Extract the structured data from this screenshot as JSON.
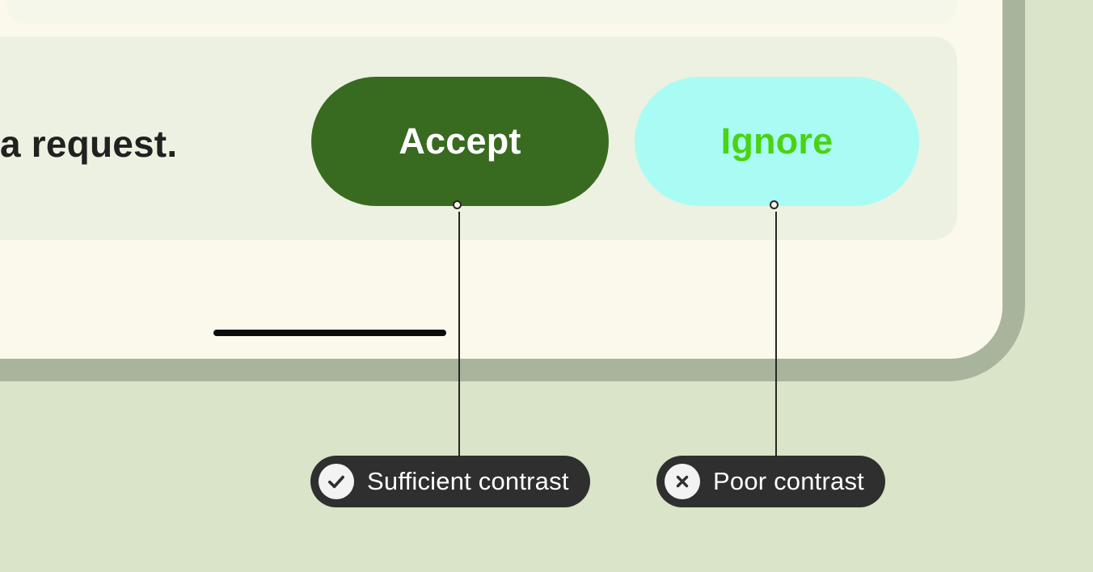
{
  "colors": {
    "page_bg": "#d9e4c8",
    "bezel": "#a9b49d",
    "screen_bg": "#fbf9ec",
    "top_card_bg": "#f5f7ea",
    "card_bg": "#edf1e1",
    "accept_bg": "#386a20",
    "accept_text": "#ffffff",
    "ignore_bg": "#a9fcf3",
    "ignore_text": "#49d411",
    "message_text": "#212121",
    "home_indicator": "#0c0c0c",
    "connector": "#262626",
    "callout_bg": "#2f2f2f",
    "callout_text": "#ffffff"
  },
  "mockup": {
    "message_text": "a request.",
    "accept_label": "Accept",
    "ignore_label": "Ignore"
  },
  "annotations": {
    "sufficient": {
      "icon": "check-icon",
      "label": "Sufficient contrast"
    },
    "poor": {
      "icon": "x-icon",
      "label": "Poor contrast"
    }
  }
}
